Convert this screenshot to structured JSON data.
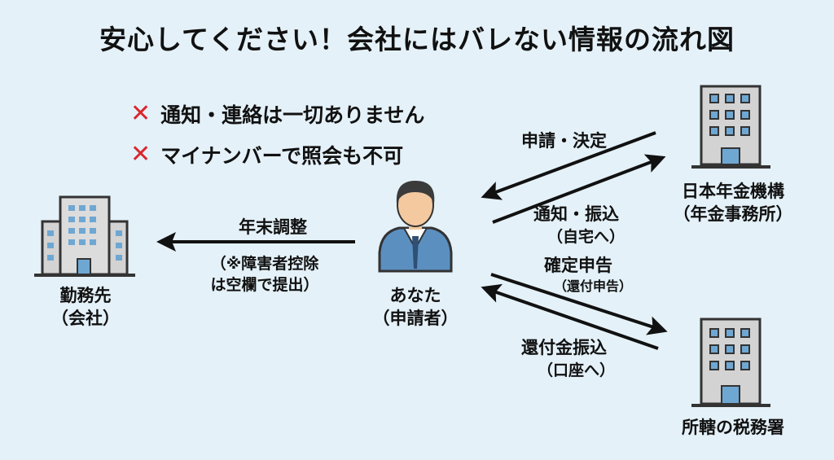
{
  "title": "安心してください！会社にはバレない情報の流れ図",
  "notes": [
    {
      "icon": "cross-icon",
      "text": "通知・連絡は一切ありません"
    },
    {
      "icon": "cross-icon",
      "text": "マイナンバーで照会も不可"
    }
  ],
  "nodes": {
    "company": {
      "name": "勤務先",
      "sub": "（会社）"
    },
    "you": {
      "name": "あなた",
      "sub": "（申請者）"
    },
    "pension": {
      "name": "日本年金機構",
      "sub": "（年金事務所）"
    },
    "tax": {
      "name": "所轄の税務署"
    }
  },
  "flows": {
    "year_end": {
      "label": "年末調整",
      "note1": "（※障害者控除",
      "note2": "は空欄で提出）"
    },
    "apply": {
      "label": "申請・決定"
    },
    "notify": {
      "label": "通知・振込",
      "sub": "（自宅へ）"
    },
    "tax_return": {
      "label": "確定申告",
      "sub": "（還付申告）"
    },
    "refund": {
      "label": "還付金振込",
      "sub": "（口座へ）"
    }
  },
  "colors": {
    "background": "#e4f1f8",
    "cross": "#d9262c",
    "building": "#c9c9c9",
    "window": "#6fa7d3",
    "suit": "#5b8fc0"
  }
}
